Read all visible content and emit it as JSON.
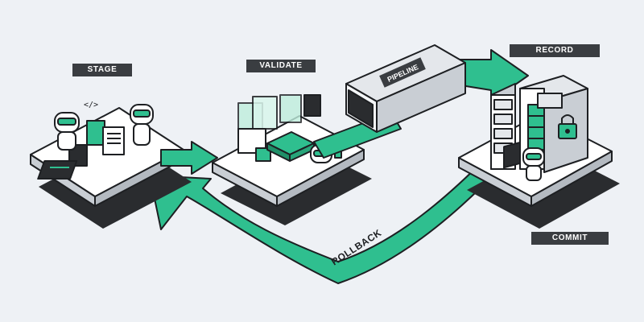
{
  "stages": {
    "stage": {
      "label": "STAGE"
    },
    "validate": {
      "label": "VALIDATE"
    },
    "record": {
      "label": "RECORD"
    },
    "commit": {
      "label": "COMMIT"
    }
  },
  "pipeline": {
    "label": "PIPELINE"
  },
  "rollback": {
    "label": "ROLLBACK"
  },
  "code_glyph": "</>",
  "colors": {
    "background": "#eef1f5",
    "accent": "#2fbf8f",
    "outline": "#1d1f22",
    "label_bg": "#3a3d41",
    "platform_top": "#ffffff",
    "platform_side": "#c9ced4",
    "shadow": "#2a2c2f"
  }
}
